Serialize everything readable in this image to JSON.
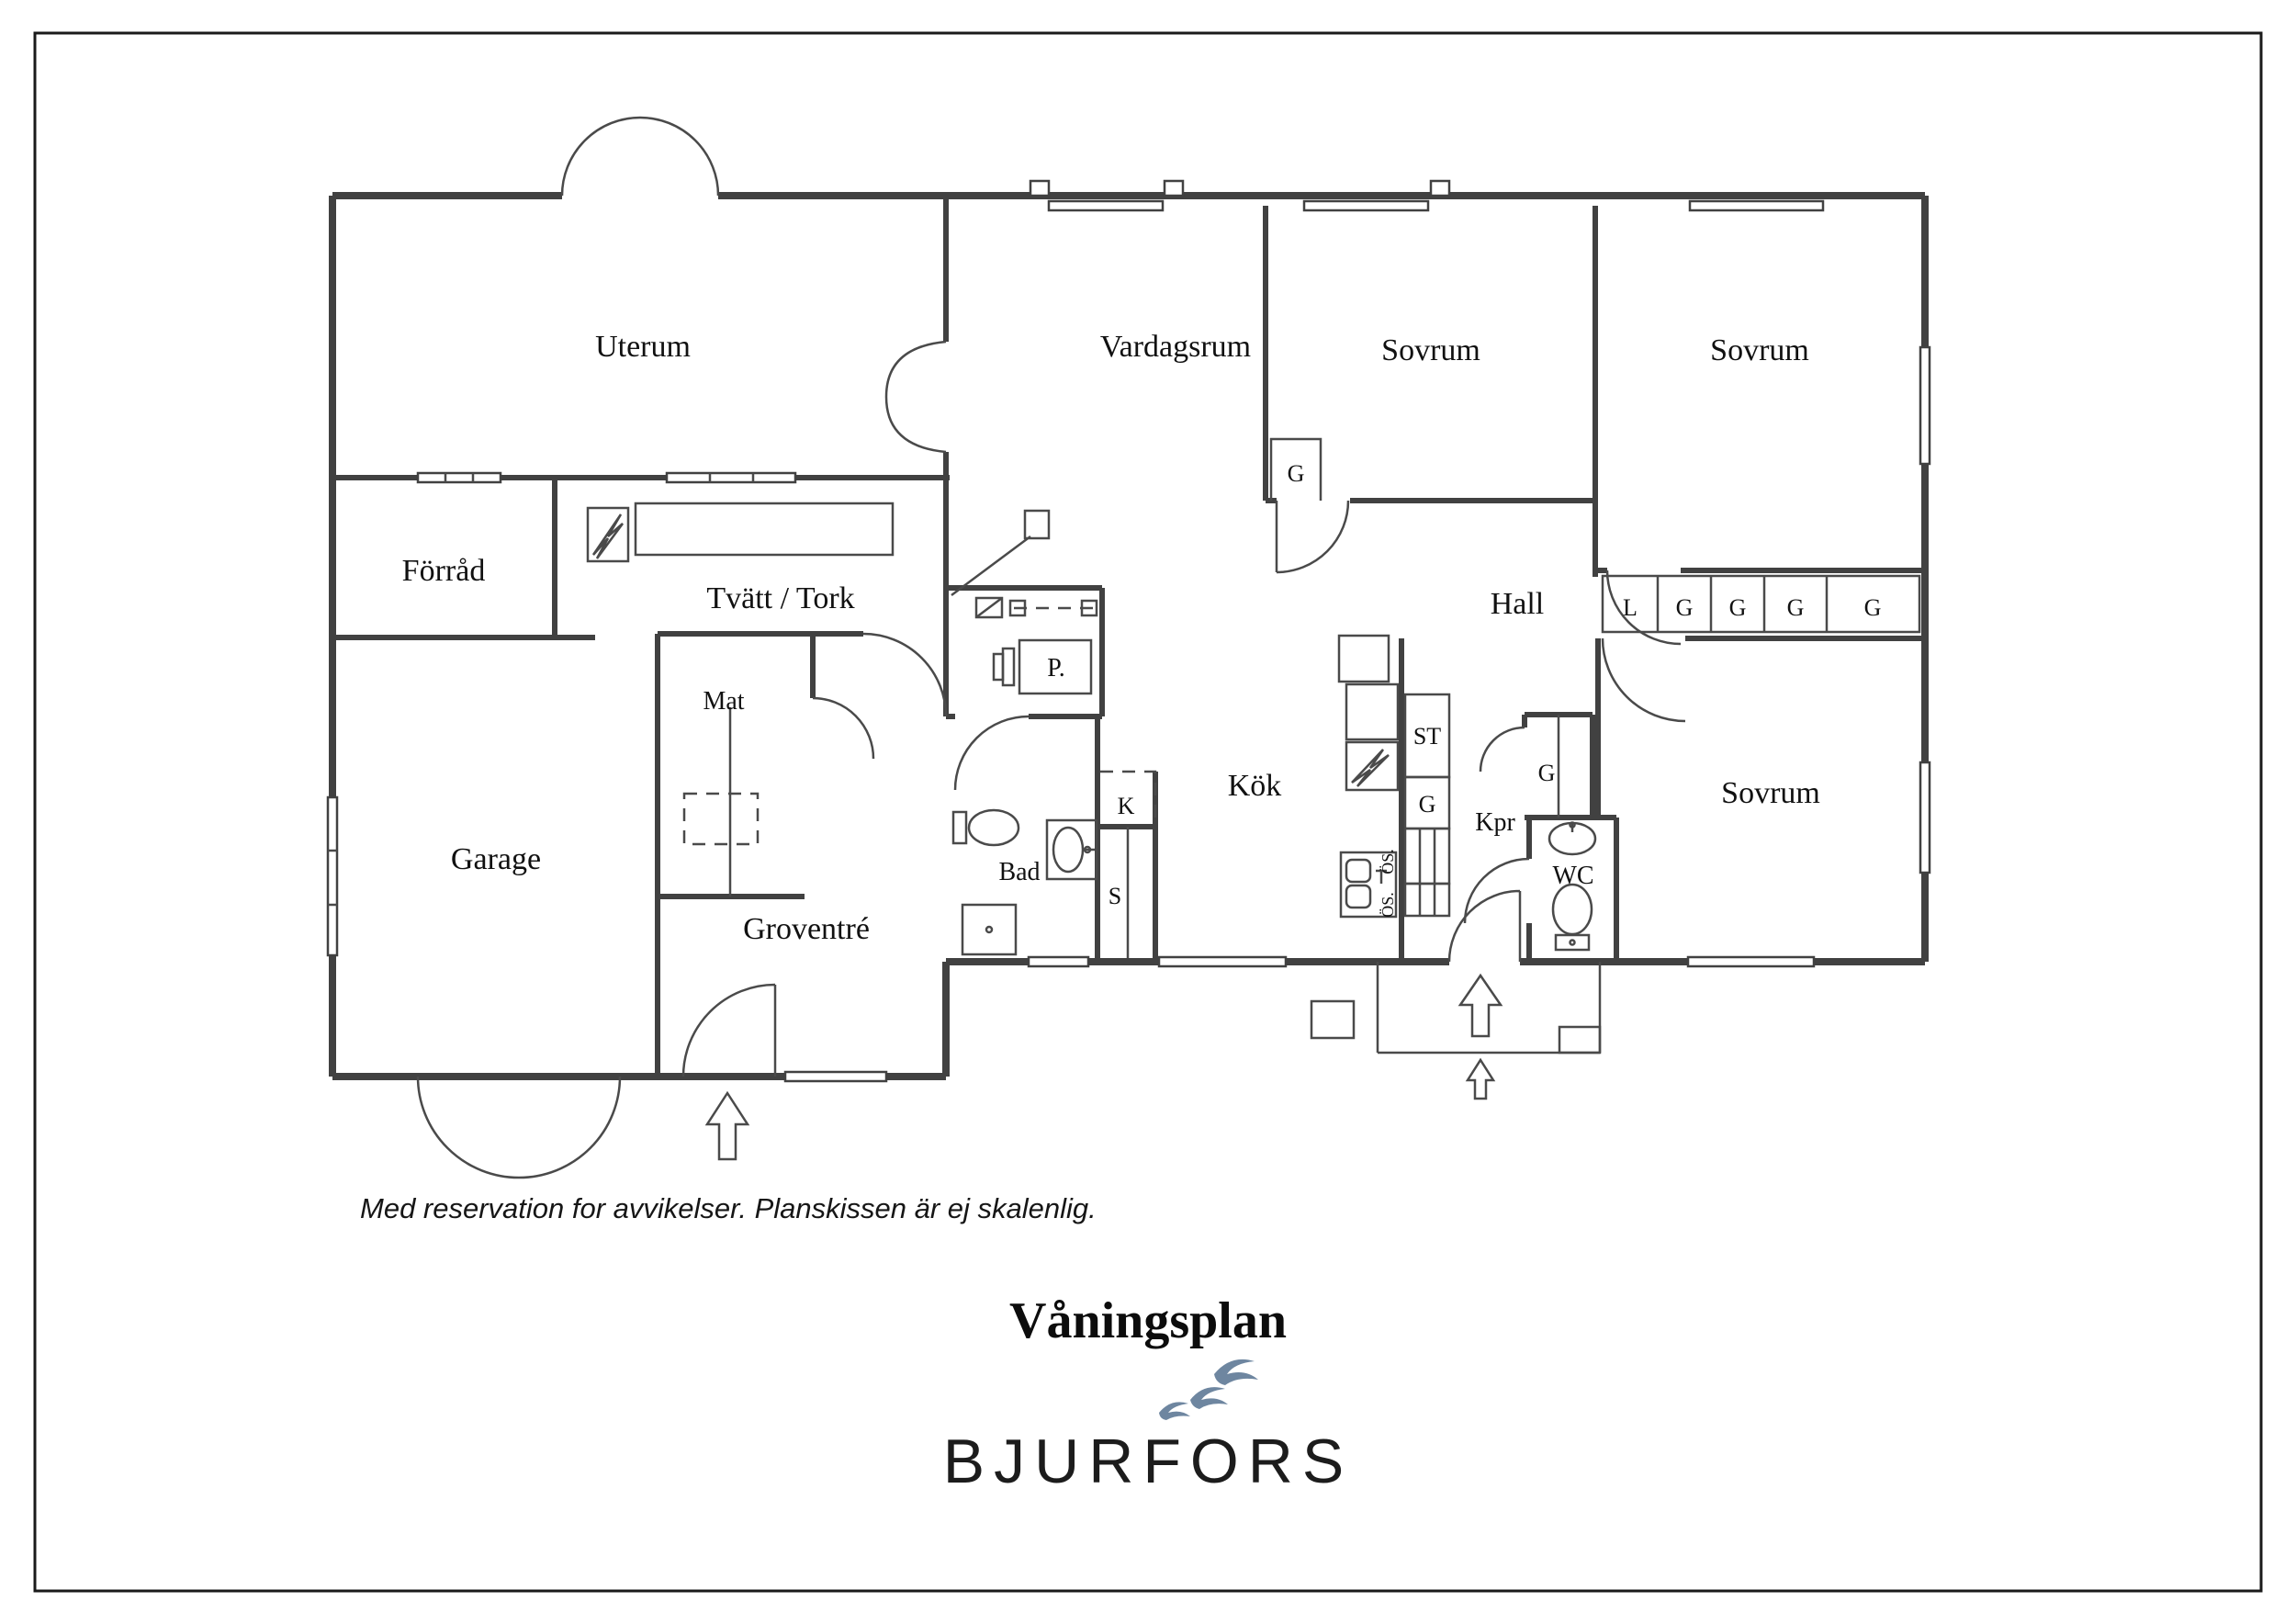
{
  "rooms": {
    "uterum": {
      "label": "Uterum"
    },
    "vardagsrum": {
      "label": "Vardagsrum"
    },
    "sovrum1": {
      "label": "Sovrum"
    },
    "sovrum2": {
      "label": "Sovrum"
    },
    "sovrum3": {
      "label": "Sovrum"
    },
    "hall": {
      "label": "Hall"
    },
    "kok": {
      "label": "Kök"
    },
    "bad": {
      "label": "Bad"
    },
    "mat": {
      "label": "Mat"
    },
    "garage": {
      "label": "Garage"
    },
    "forrad": {
      "label": "Förråd"
    },
    "tvatt": {
      "label": "Tvätt / Tork"
    },
    "groventre": {
      "label": "Groventré"
    },
    "kpr": {
      "label": "Kpr"
    },
    "wc": {
      "label": "WC"
    }
  },
  "storage": {
    "w1": "L",
    "w2": "G",
    "w3": "G",
    "w4": "G",
    "w5": "G",
    "g_sovrum1": "G",
    "g_kpr": "G",
    "st": "ST",
    "g_kok": "G",
    "os1": "ÖS.",
    "os2": "ÖS.",
    "k": "K",
    "s": "S",
    "p": "P."
  },
  "footer": {
    "caption": "Med reservation for avvikelser. Planskissen är ej skalenlig.",
    "title": "Våningsplan",
    "brand": "BJURFORS"
  },
  "colors": {
    "wall": "#414141",
    "bird_blue": "#6e86a0"
  }
}
